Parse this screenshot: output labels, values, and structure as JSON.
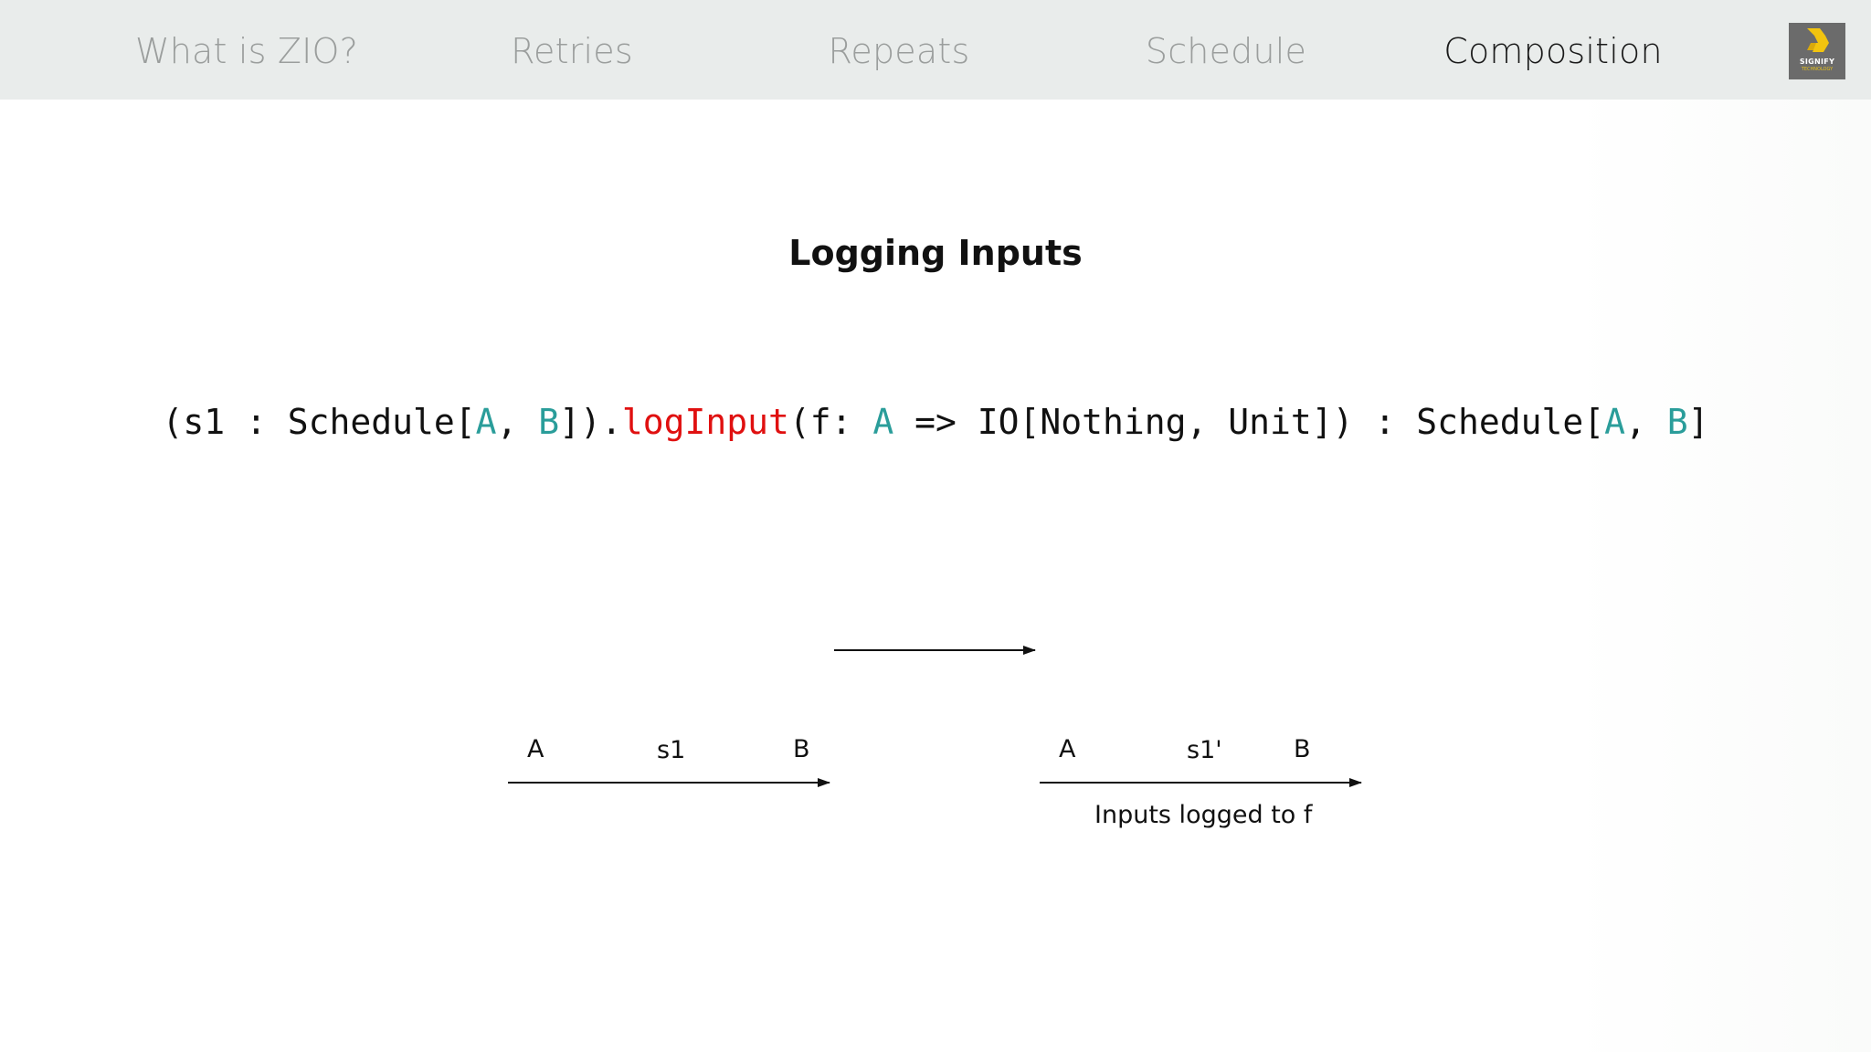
{
  "nav": {
    "items": [
      {
        "label": "What is ZIO?",
        "active": false
      },
      {
        "label": "Retries",
        "active": false
      },
      {
        "label": "Repeats",
        "active": false
      },
      {
        "label": "Schedule",
        "active": false
      },
      {
        "label": "Composition",
        "active": true
      }
    ]
  },
  "logo": {
    "name": "signify-logo",
    "text": "SIGNIFY",
    "subtext": "TECHNOLOGY"
  },
  "slide": {
    "title": "Logging Inputs",
    "code": {
      "p1": "(s1 : Schedule[",
      "a1": "A",
      "p2": ", ",
      "b1": "B",
      "p3": "]).",
      "method": "logInput",
      "p4": "(f: ",
      "a2": "A",
      "p5": " => IO[Nothing, Unit]) : Schedule[",
      "a3": "A",
      "p6": ", ",
      "b2": "B",
      "p7": "]"
    },
    "diagram": {
      "left": {
        "input": "A",
        "schedule": "s1",
        "output": "B"
      },
      "right": {
        "input": "A",
        "schedule": "s1'",
        "output": "B",
        "caption": "Inputs logged to f"
      }
    }
  },
  "colors": {
    "type_param": "#2a9d9a",
    "method": "#e01010",
    "nav_inactive": "#9b9e9d",
    "nav_active": "#1a1a1a",
    "topbar_bg": "#e9eceb"
  }
}
